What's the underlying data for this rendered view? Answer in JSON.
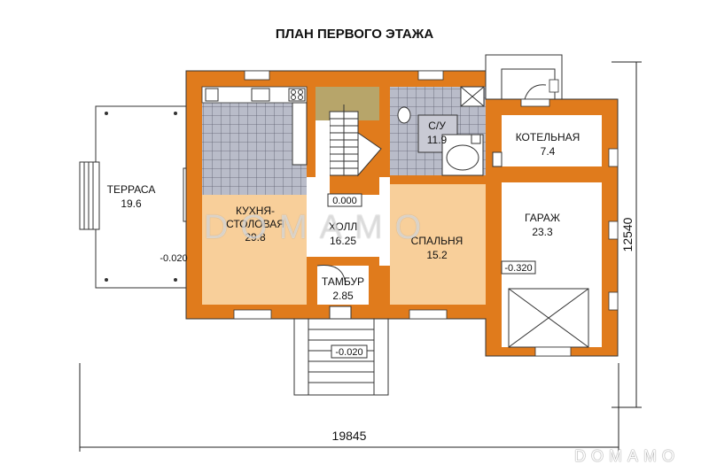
{
  "title": "ПЛАН ПЕРВОГО ЭТАЖА",
  "rooms": {
    "terrace": {
      "name": "ТЕРРАСА",
      "area": "19.6"
    },
    "kitchen": {
      "name_line1": "КУХНЯ-",
      "name_line2": "СТОЛОВАЯ",
      "area": "29.8"
    },
    "hall": {
      "name": "ХОЛЛ",
      "area": "16.25"
    },
    "bathroom": {
      "name": "С/У",
      "area": "11.9"
    },
    "boiler": {
      "name": "КОТЕЛЬНАЯ",
      "area": "7.4"
    },
    "bedroom": {
      "name": "СПАЛЬНЯ",
      "area": "15.2"
    },
    "garage": {
      "name": "ГАРАЖ",
      "area": "23.3"
    },
    "vestibule": {
      "name": "ТАМБУР",
      "area": "2.85"
    }
  },
  "levels": {
    "hall": "0.000",
    "terrace": "-0.020",
    "entrance": "-0.020",
    "garage": "-0.320"
  },
  "dimensions": {
    "width": "19845",
    "height": "12540"
  },
  "watermark": "DOMAMO",
  "colors": {
    "wall": "#e07b1c",
    "kitchen_floor": "#f8cf9a",
    "bedroom_floor": "#f8cf9a",
    "stair": "#b7a56a"
  }
}
